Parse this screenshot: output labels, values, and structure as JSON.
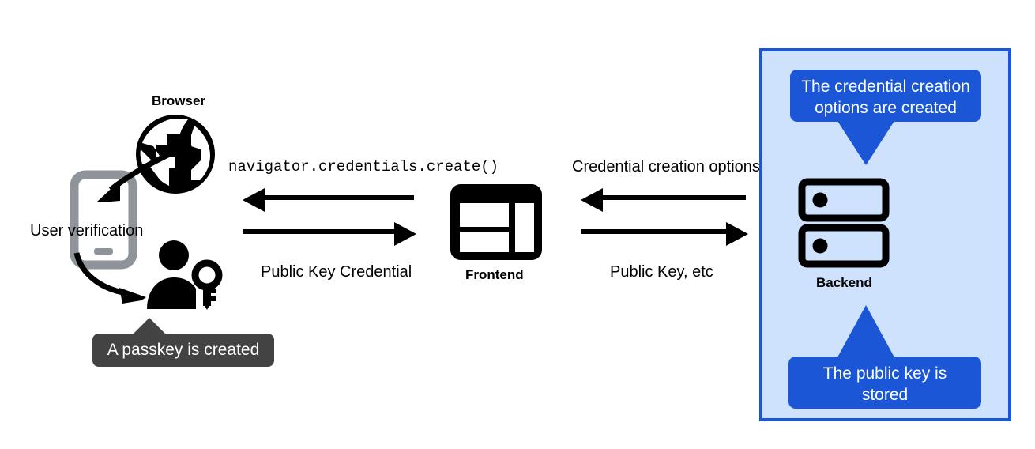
{
  "diagram": {
    "title": "WebAuthn passkey registration flow",
    "colors": {
      "accent_blue": "#1a56d6",
      "panel_background": "#cfe2fd",
      "dark_tooltip": "#434343",
      "icon_black": "#000000",
      "phone_gray": "#8e9499"
    },
    "nodes": [
      {
        "id": "browser",
        "label": "Browser",
        "icon": "globe-icon"
      },
      {
        "id": "frontend",
        "label": "Frontend",
        "icon": "browser-layout-icon"
      },
      {
        "id": "backend",
        "label": "Backend",
        "icon": "server-icon"
      }
    ],
    "client_side": {
      "user_verification_label": "User verification",
      "phone_icon": "mobile-phone-icon",
      "user_key_icon": "user-with-key-icon",
      "passkey_tooltip": "A passkey is created"
    },
    "arrows": [
      {
        "id": "navigator-create",
        "label": "navigator.credentials.create()",
        "direction": "left",
        "style": "monospace",
        "from": "frontend",
        "to": "browser"
      },
      {
        "id": "public-key-credential",
        "label": "Public Key Credential",
        "direction": "right",
        "style": "normal",
        "from": "browser",
        "to": "frontend"
      },
      {
        "id": "credential-creation-options",
        "label": "Credential creation options",
        "direction": "left",
        "style": "normal",
        "from": "backend",
        "to": "frontend"
      },
      {
        "id": "public-key-etc",
        "label": "Public Key, etc",
        "direction": "right",
        "style": "normal",
        "from": "frontend",
        "to": "backend"
      }
    ],
    "backend_panel": {
      "tooltip_top": "The credential creation options are created",
      "tooltip_top_lines": [
        "The credential creation",
        "options are created"
      ],
      "tooltip_bottom": "The public key is stored",
      "tooltip_bottom_lines": [
        "The public key is",
        "stored"
      ]
    }
  }
}
